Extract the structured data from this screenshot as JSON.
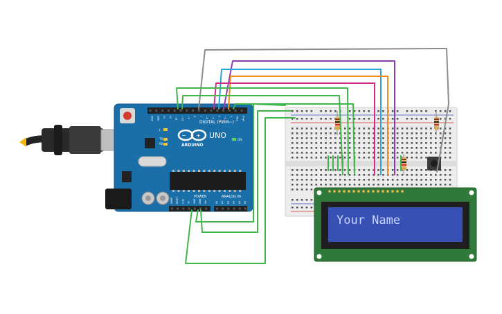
{
  "arduino": {
    "logo_text": "ARDUINO",
    "model": "UNO",
    "digital_label": "DIGITAL (PWM~)",
    "power_label": "POWER",
    "analog_label": "ANALOG IN",
    "on_label": "ON",
    "l_label": "L",
    "tx_label": "TX",
    "rx_label": "RX",
    "digital_pins": [
      "AREF",
      "GND",
      "13",
      "12",
      "~11",
      "~10",
      "~9",
      "8",
      "7",
      "~6",
      "~5",
      "4",
      "~3",
      "2",
      "TX▸1",
      "RX◂0"
    ],
    "power_pins": [
      "IOREF",
      "RESET",
      "3.3V",
      "5V",
      "GND",
      "GND",
      "Vin"
    ],
    "analog_pins": [
      "A0",
      "A1",
      "A2",
      "A3",
      "A4",
      "A5"
    ]
  },
  "lcd": {
    "text": "Your Name"
  },
  "colors": {
    "board": "#1b6fa8",
    "breadboard": "#ececec",
    "lcd_pcb": "#2f7a3b",
    "lcd_screen": "#3750b4",
    "wire_green": "#3fb54a",
    "wire_gray": "#8c8c8c",
    "wire_purple": "#8e3cb5",
    "wire_blue": "#2aa5d8",
    "wire_orange": "#f08c1e",
    "wire_magenta": "#d22a8c",
    "rail_red": "#d0342c"
  }
}
